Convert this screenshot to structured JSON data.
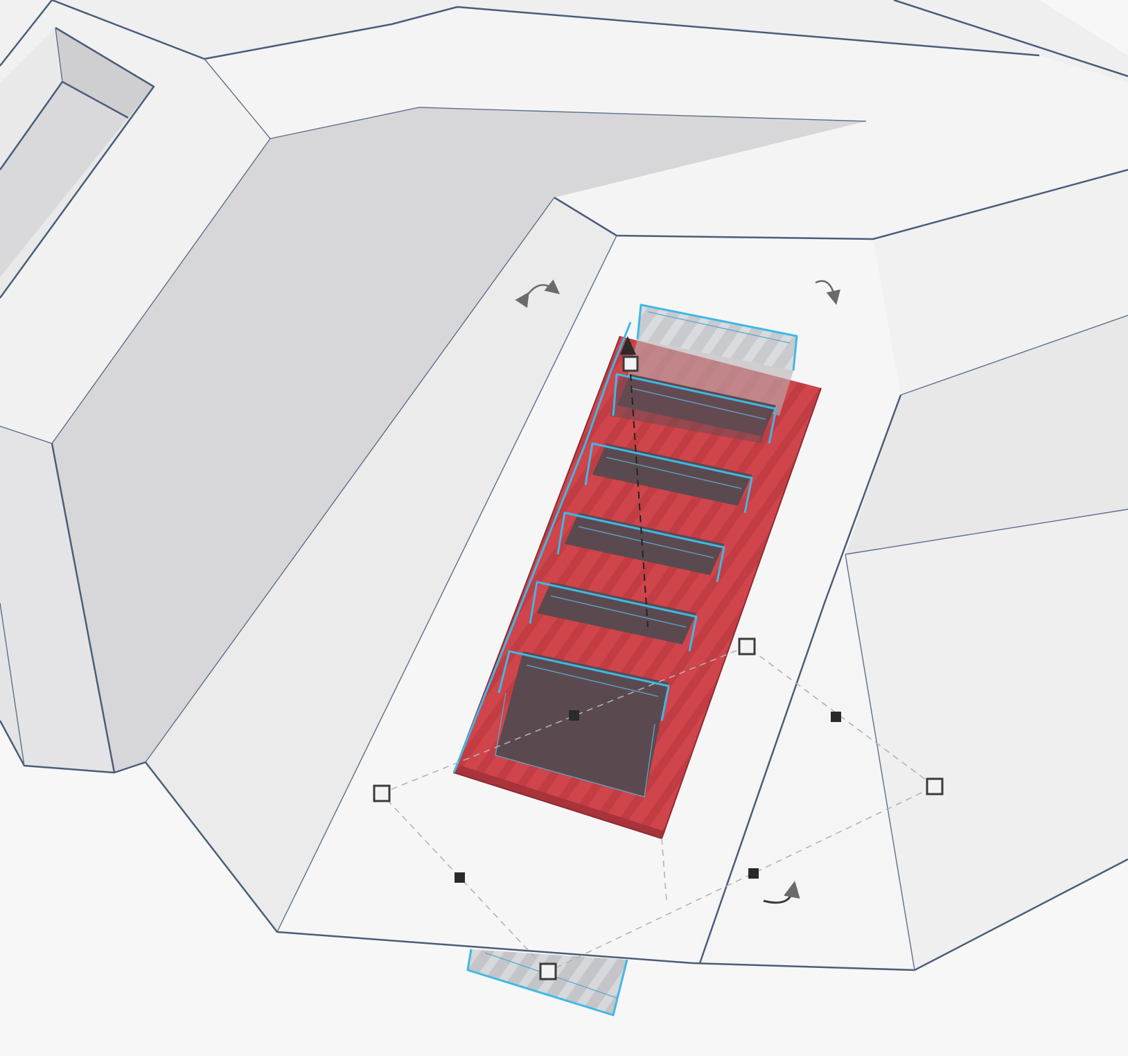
{
  "workplane": {
    "background_color": "#f7f7f8",
    "edge_color": "#4a5d78"
  },
  "selection": {
    "selected_color": "#d34a4f",
    "outline_color": "#3fb8e6",
    "hole_color": "#8a8d92",
    "step_count": 5
  },
  "handles": {
    "corner_handles": 4,
    "mid_handles": 4,
    "rotate_icons": [
      "rotate-arrow-icon",
      "rotate-arrow-icon",
      "rotate-arrow-icon"
    ],
    "lift_handle_icon": "cone-arrow-icon"
  }
}
